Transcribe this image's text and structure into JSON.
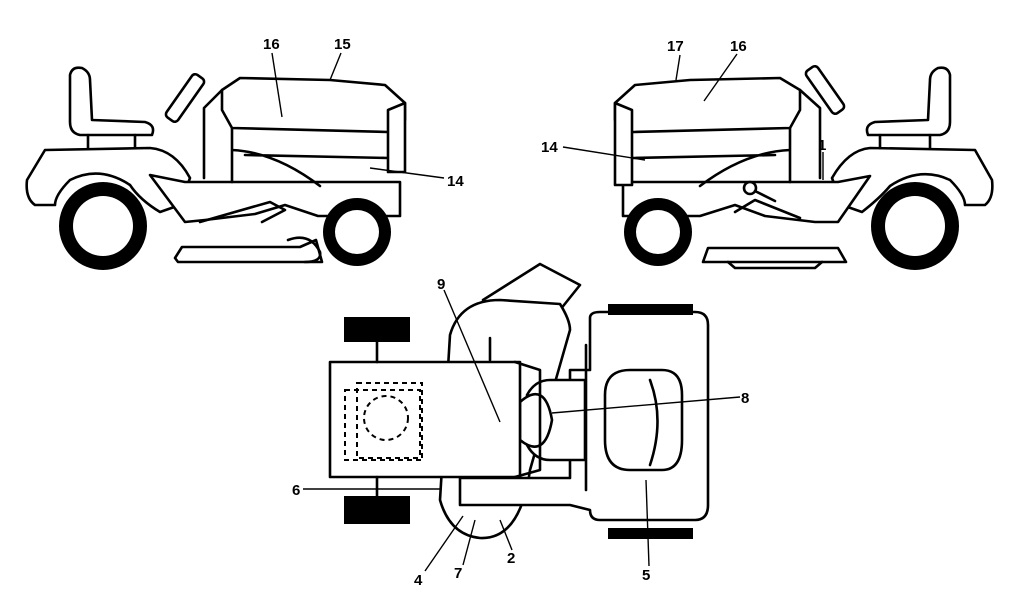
{
  "labels": {
    "left_16": "16",
    "left_15": "15",
    "left_14": "14",
    "right_17": "17",
    "right_16": "16",
    "right_14": "14",
    "right_1": "1",
    "top_9": "9",
    "top_8": "8",
    "top_6": "6",
    "top_4": "4",
    "top_7": "7",
    "top_2": "2",
    "top_5": "5"
  },
  "colors": {
    "line": "#000000",
    "background": "#ffffff"
  }
}
